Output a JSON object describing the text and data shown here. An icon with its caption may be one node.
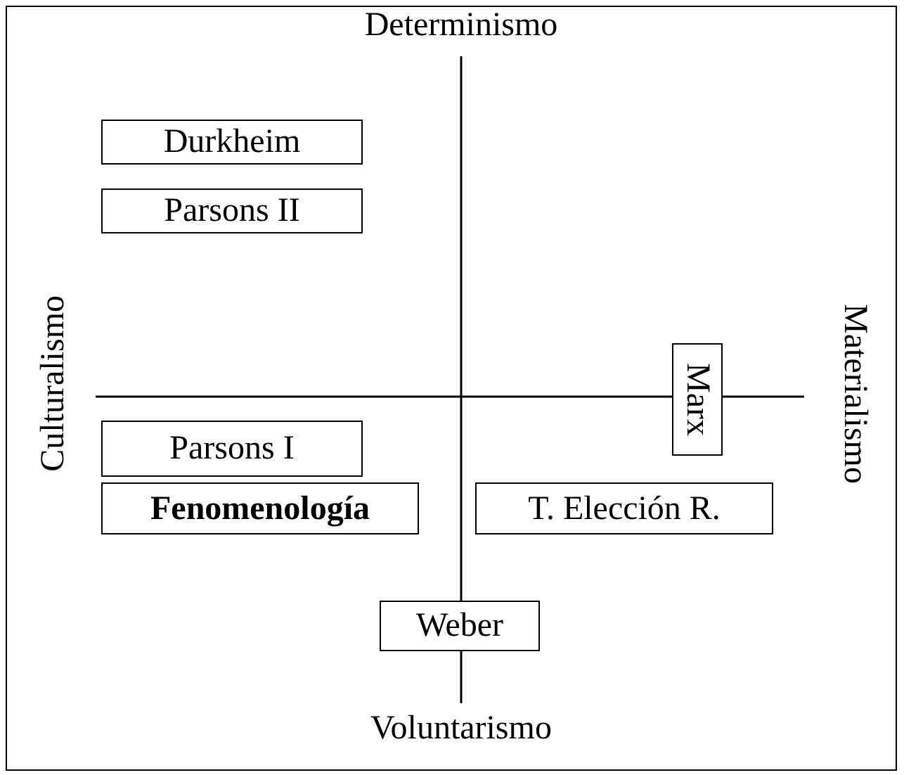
{
  "diagram": {
    "nodes": [
      {
        "text": [
          "Durkheim"
        ]
      },
      {
        "text": [
          "Parsons II"
        ]
      },
      {
        "text": [
          "Marx"
        ]
      },
      {
        "text": [
          "Parsons I"
        ]
      },
      {
        "text": [
          "Fenomenología"
        ]
      },
      {
        "text": [
          "T. Elección R."
        ]
      },
      {
        "text": [
          "Weber"
        ]
      }
    ],
    "labels": [
      "Determinismo",
      "Culturalismo",
      "Materialismo",
      "Voluntarismo"
    ]
  }
}
